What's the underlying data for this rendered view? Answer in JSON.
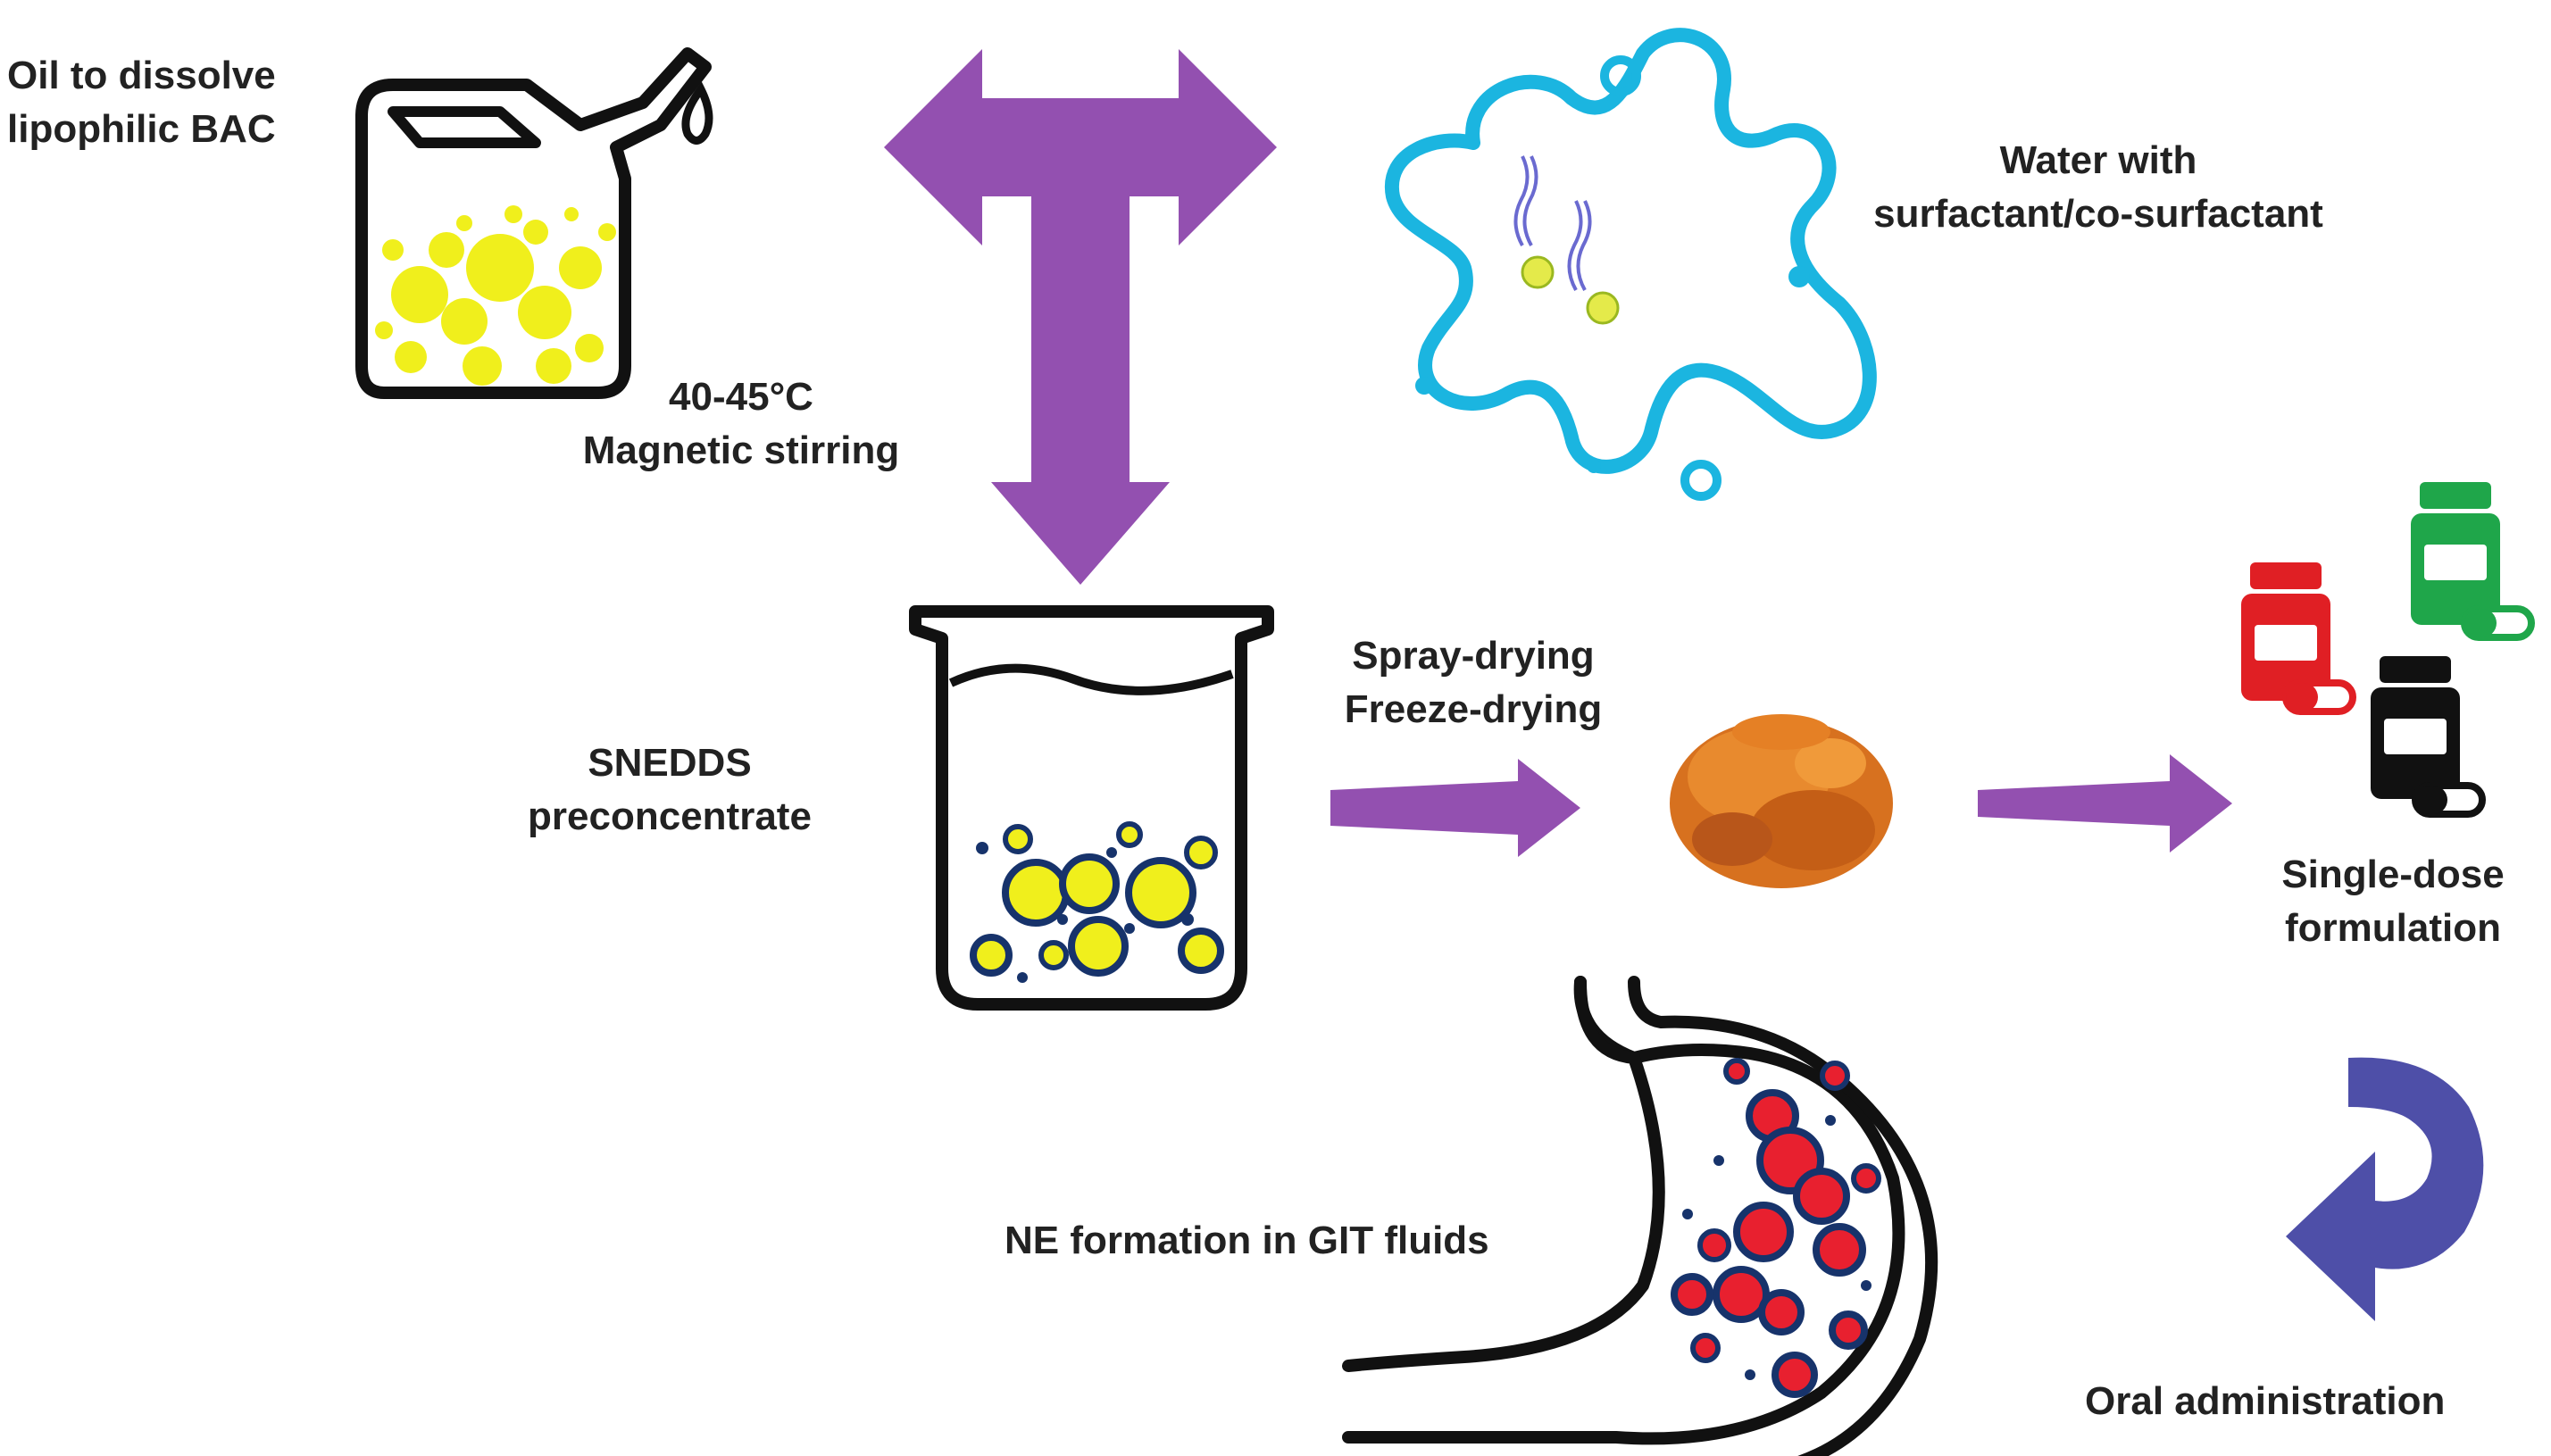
{
  "labels": {
    "oil": [
      "Oil to dissolve",
      "lipophilic BAC"
    ],
    "water": [
      "Water with",
      "surfactant/co-surfactant"
    ],
    "condition": [
      "40-45°C",
      "Magnetic stirring"
    ],
    "snedds": [
      "SNEDDS",
      "preconcentrate"
    ],
    "drying": [
      "Spray-drying",
      "Freeze-drying"
    ],
    "single_dose": [
      "Single-dose",
      "formulation"
    ],
    "ne_formation": "NE formation in GIT fluids",
    "oral": "Oral administration"
  },
  "colors": {
    "arrow_purple": "#9350b0",
    "curved_arrow": "#4e4fa8",
    "micelle": "#1bb5e0",
    "oil_droplet": "#f0ef1c",
    "droplet_rim": "#17336b",
    "nano_droplet": "#e8202f",
    "powder": "#d7711f",
    "bottle_red": "#e01f24",
    "bottle_green": "#1fa64a",
    "bottle_black": "#111111",
    "outline": "#111111"
  },
  "icons": [
    "oil-canister-icon",
    "micelle-icon",
    "beaker-icon",
    "powder-icon",
    "medicine-bottles-icon",
    "stomach-icon",
    "curved-arrow-icon"
  ]
}
